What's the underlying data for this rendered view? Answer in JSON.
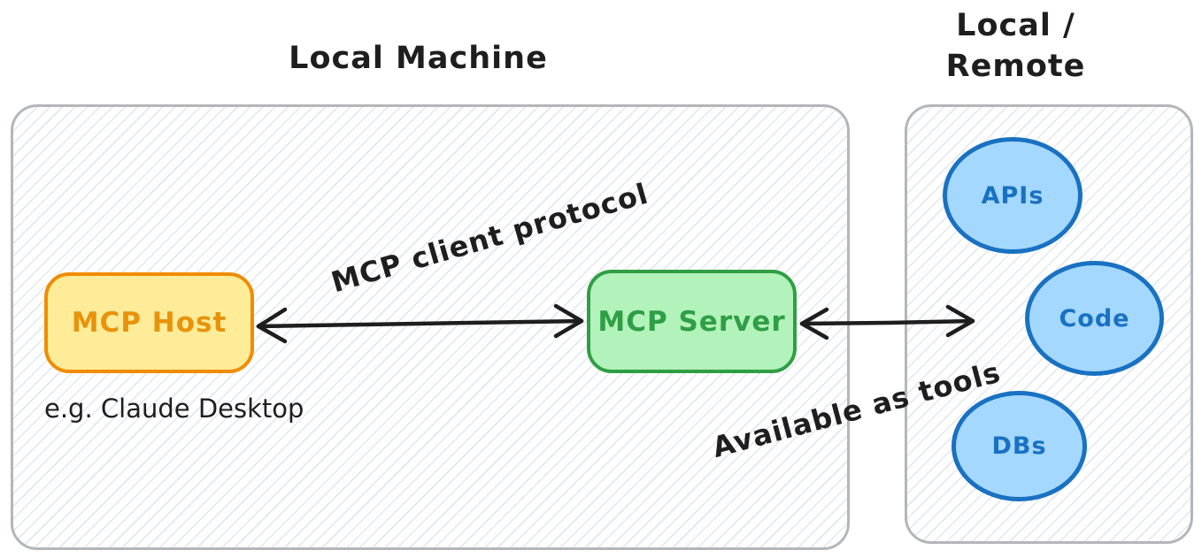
{
  "titles": {
    "local_machine": "Local Machine",
    "local_remote_line1": "Local /",
    "local_remote_line2": "Remote"
  },
  "nodes": {
    "mcp_host": {
      "label": "MCP Host",
      "caption": "e.g. Claude Desktop"
    },
    "mcp_server": {
      "label": "MCP Server"
    },
    "tools": [
      {
        "label": "APIs"
      },
      {
        "label": "Code"
      },
      {
        "label": "DBs"
      }
    ]
  },
  "edges": {
    "client_protocol_label": "MCP client protocol",
    "available_as_tools_label": "Available as tools"
  },
  "colors": {
    "host_fill": "#ffec99",
    "host_border": "#f08c00",
    "host_text": "#e8930c",
    "server_fill": "#b2f2bb",
    "server_border": "#2f9e44",
    "server_text": "#2f9e44",
    "tool_fill": "#a5d8ff",
    "tool_border": "#1971c2",
    "tool_text": "#1971c2",
    "container_border": "#b3b6ba",
    "hatch_line": "#e3e7ec",
    "arrow": "#1e1e1e",
    "text": "#1e1e1e",
    "background": "#ffffff"
  }
}
